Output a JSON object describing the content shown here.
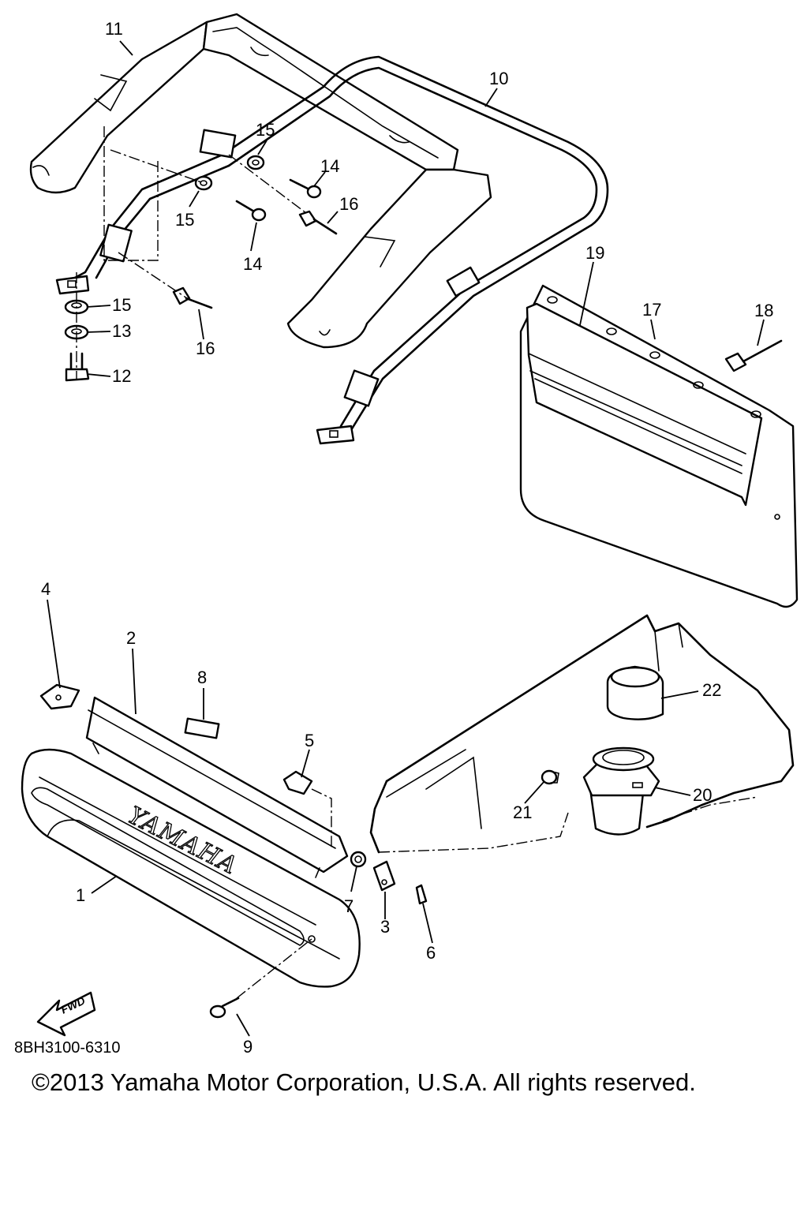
{
  "diagram": {
    "callouts": [
      "1",
      "2",
      "3",
      "4",
      "5",
      "6",
      "7",
      "8",
      "9",
      "10",
      "11",
      "12",
      "13",
      "14",
      "14",
      "15",
      "15",
      "15",
      "16",
      "16",
      "17",
      "18",
      "19",
      "20",
      "21",
      "22"
    ],
    "catalog_code": "8BH3100-6310",
    "fwd_label": "FWD",
    "logo_text": "YAMAHA",
    "copyright": "©2013 Yamaha Motor Corporation, U.S.A. All rights reserved."
  }
}
